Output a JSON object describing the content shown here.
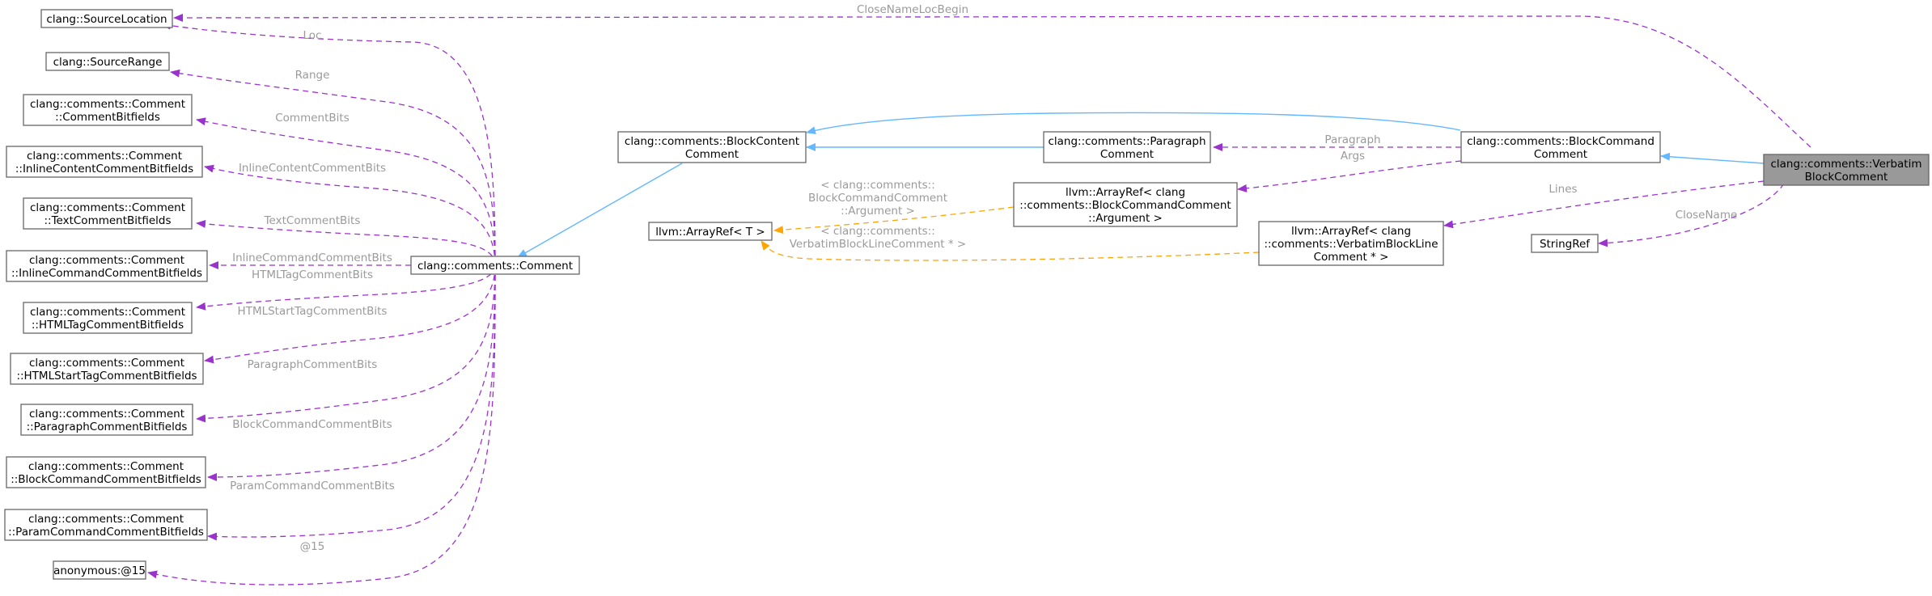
{
  "nodes": {
    "source_location": [
      "clang::SourceLocation"
    ],
    "source_range": [
      "clang::SourceRange"
    ],
    "comment_bitfields": [
      "clang::comments::Comment",
      "::CommentBitfields"
    ],
    "inline_content_bitfields": [
      "clang::comments::Comment",
      "::InlineContentCommentBitfields"
    ],
    "text_bitfields": [
      "clang::comments::Comment",
      "::TextCommentBitfields"
    ],
    "inline_command_bitfields": [
      "clang::comments::Comment",
      "::InlineCommandCommentBitfields"
    ],
    "html_tag_bitfields": [
      "clang::comments::Comment",
      "::HTMLTagCommentBitfields"
    ],
    "html_start_tag_bitfields": [
      "clang::comments::Comment",
      "::HTMLStartTagCommentBitfields"
    ],
    "paragraph_bitfields": [
      "clang::comments::Comment",
      "::ParagraphCommentBitfields"
    ],
    "block_command_bitfields": [
      "clang::comments::Comment",
      "::BlockCommandCommentBitfields"
    ],
    "param_command_bitfields": [
      "clang::comments::Comment",
      "::ParamCommandCommentBitfields"
    ],
    "anonymous15": [
      "anonymous:@15"
    ],
    "comment": [
      "clang::comments::Comment"
    ],
    "block_content_comment": [
      "clang::comments::BlockContent",
      "Comment"
    ],
    "arrayref_t": [
      "llvm::ArrayRef< T >"
    ],
    "paragraph_comment": [
      "clang::comments::Paragraph",
      "Comment"
    ],
    "arrayref_argument": [
      "llvm::ArrayRef< clang",
      "::comments::BlockCommandComment",
      "::Argument >"
    ],
    "arrayref_verbatim_line": [
      "llvm::ArrayRef< clang",
      "::comments::VerbatimBlockLine",
      "Comment * >"
    ],
    "block_command_comment": [
      "clang::comments::BlockCommand",
      "Comment"
    ],
    "string_ref": [
      "StringRef"
    ],
    "verbatim_block_comment": [
      "clang::comments::Verbatim",
      "BlockComment"
    ]
  },
  "edge_labels": {
    "close_name_loc_begin": [
      "CloseNameLocBegin"
    ],
    "loc": [
      "Loc"
    ],
    "range": [
      "Range"
    ],
    "comment_bits": [
      "CommentBits"
    ],
    "inline_content_comment_bits": [
      "InlineContentCommentBits"
    ],
    "text_comment_bits": [
      "TextCommentBits"
    ],
    "inline_command_comment_bits": [
      "InlineCommandCommentBits"
    ],
    "html_tag_comment_bits": [
      "HTMLTagCommentBits"
    ],
    "html_start_tag_comment_bits": [
      "HTMLStartTagCommentBits"
    ],
    "paragraph_comment_bits": [
      "ParagraphCommentBits"
    ],
    "block_command_comment_bits": [
      "BlockCommandCommentBits"
    ],
    "param_command_comment_bits": [
      "ParamCommandCommentBits"
    ],
    "at15": [
      "@15"
    ],
    "paragraph": [
      "Paragraph"
    ],
    "args": [
      "Args"
    ],
    "lines": [
      "Lines"
    ],
    "close_name": [
      "CloseName"
    ],
    "tmpl_argument": [
      "< clang::comments::",
      "BlockCommandComment",
      "::Argument >"
    ],
    "tmpl_verbatim_line": [
      "< clang::comments::",
      "VerbatimBlockLineComment * >"
    ]
  },
  "colors": {
    "inheritance": "#63b8ff",
    "member": "#9a32cd",
    "template": "#ffa500",
    "edge_label": "#9a9a9a",
    "focus_fill": "#999999",
    "node_border": "#666666"
  }
}
